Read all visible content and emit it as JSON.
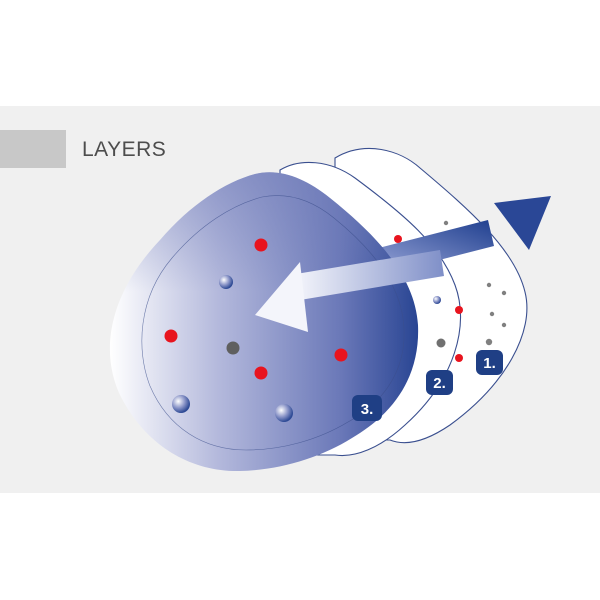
{
  "header": {
    "title": "LAYERS"
  },
  "layers": [
    {
      "id": "layer-1",
      "label": "1."
    },
    {
      "id": "layer-2",
      "label": "2."
    },
    {
      "id": "layer-3",
      "label": "3."
    }
  ],
  "colors": {
    "background_panel": "#f0f0f0",
    "title_bar": "#c8c8c8",
    "title_text": "#4d4d4d",
    "layer_outline": "#3a4f8f",
    "layer_fill_dark": "#2e4a95",
    "layer_fill_light": "#ffffff",
    "badge": "#1f3f85",
    "particle_red": "#e8141e",
    "particle_gray": "#808080",
    "arrow": "#2e4a95"
  }
}
